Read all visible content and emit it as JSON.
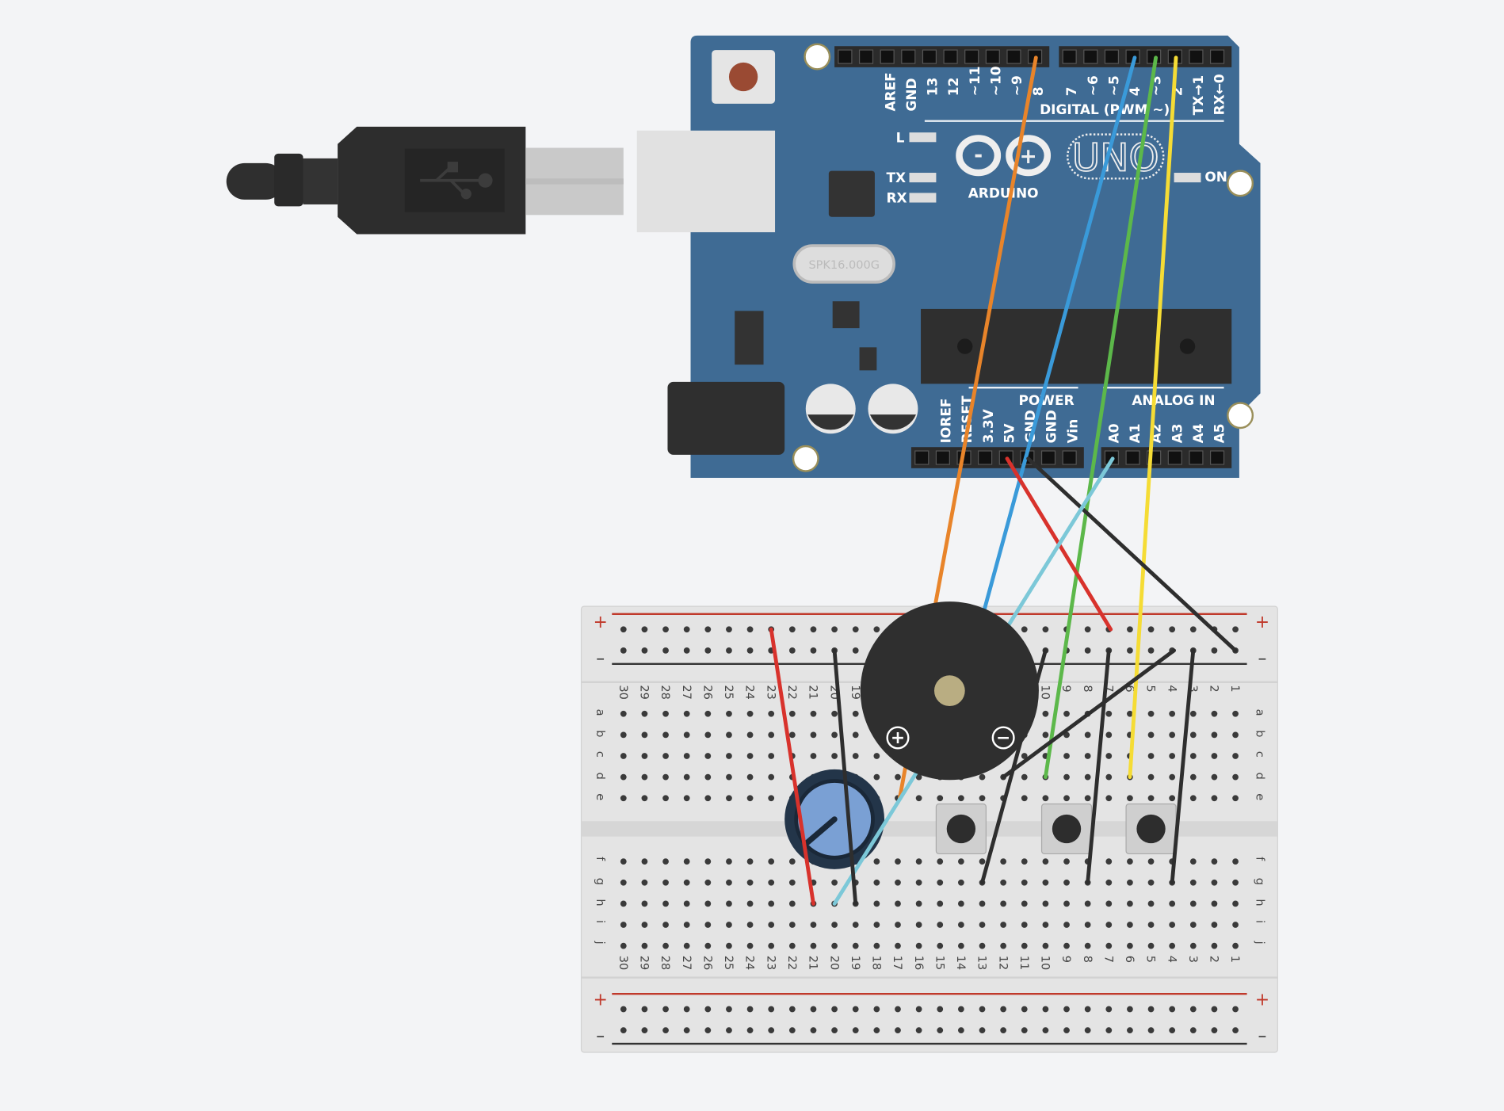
{
  "board": {
    "digital_pins_left": [
      "AREF",
      "GND",
      "13",
      "12",
      "~11",
      "~10",
      "~9",
      "8"
    ],
    "digital_pins_right": [
      "7",
      "~6",
      "~5",
      "4",
      "~3",
      "2",
      "TX→1",
      "RX←0"
    ],
    "digital_label": "DIGITAL (PWM ~)",
    "brand": "ARDUINO",
    "model": "UNO",
    "led_l": "L",
    "led_tx": "TX",
    "led_rx": "RX",
    "led_on": "ON",
    "crystal": "SPK16.000G",
    "power_label": "POWER",
    "power_pins": [
      "IOREF",
      "RESET",
      "3.3V",
      "5V",
      "GND",
      "GND",
      "Vin"
    ],
    "analog_label": "ANALOG IN",
    "analog_pins": [
      "A0",
      "A1",
      "A2",
      "A3",
      "A4",
      "A5"
    ],
    "colors": {
      "board": "#3f6b94",
      "header": "#2b2b2b"
    }
  },
  "breadboard": {
    "row_letters_top": [
      "a",
      "b",
      "c",
      "d",
      "e"
    ],
    "row_letters_bottom": [
      "f",
      "g",
      "h",
      "i",
      "j"
    ],
    "plus": "+",
    "minus": "–",
    "columns": 30
  },
  "buzzer": {
    "plus": "+",
    "minus": "−"
  },
  "wire_colors": {
    "orange": "#e8842a",
    "blue": "#3a9ad9",
    "green": "#5cb84a",
    "yellow": "#f5dc35",
    "red": "#d8322c",
    "black": "#2e2e2e",
    "lightblue": "#7cc8d8"
  }
}
